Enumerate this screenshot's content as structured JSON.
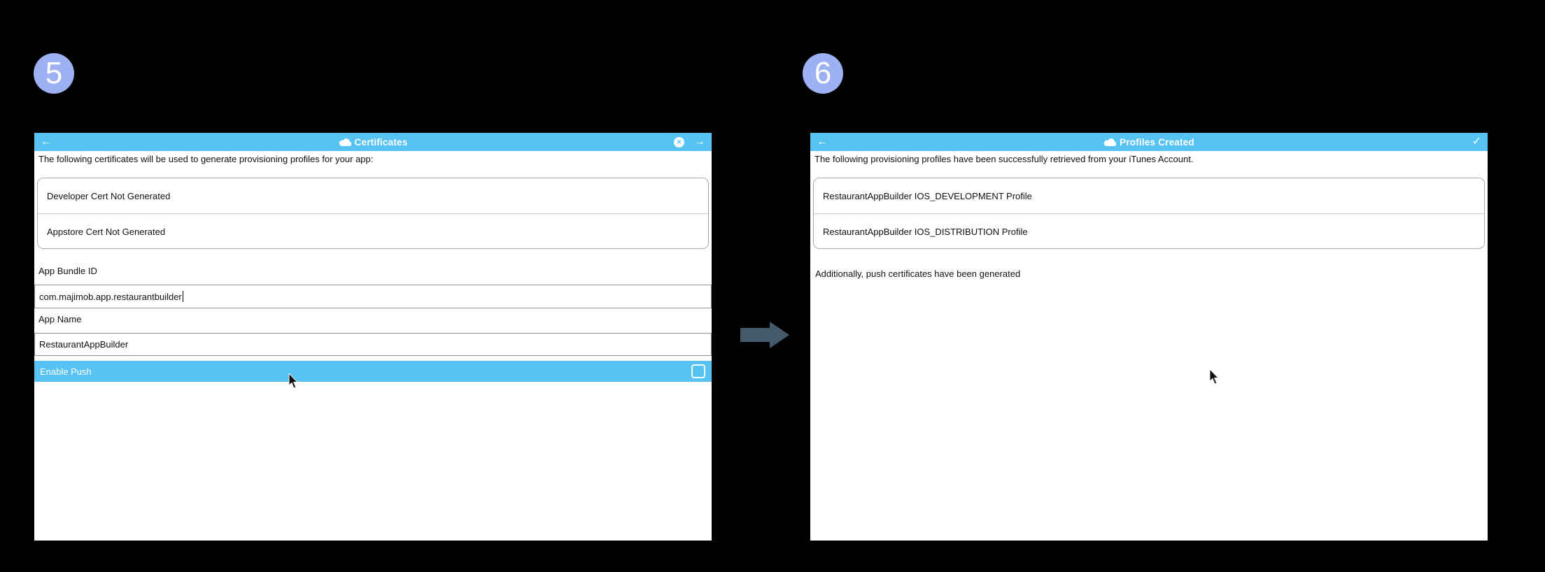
{
  "colors": {
    "background": "#000000",
    "titlebar": "#57c3f2",
    "highlight_row": "#57c3f2",
    "badge": "#9db1f2",
    "arrow": "#44596a",
    "panel": "#ffffff",
    "text": "#1a1a1a"
  },
  "icons": {
    "back_arrow": "←",
    "forward_arrow": "→",
    "close_x": "✕",
    "checkmark": "✓"
  },
  "step5": {
    "badge": "5",
    "window": {
      "title": "Certificates",
      "description": "The following certificates will be used to generate provisioning profiles for your app:",
      "certificates": [
        "Developer Cert Not Generated",
        "Appstore Cert Not Generated"
      ],
      "bundle_id": {
        "label": "App Bundle ID",
        "value": "com.majimob.app.restaurantbuilder"
      },
      "app_name": {
        "label": "App Name",
        "value": "RestaurantAppBuilder"
      },
      "enable_push": {
        "label": "Enable Push",
        "checked": false
      }
    }
  },
  "step6": {
    "badge": "6",
    "window": {
      "title": "Profiles Created",
      "description": "The following provisioning profiles have been successfully retrieved from your iTunes Account.",
      "profiles": [
        "RestaurantAppBuilder IOS_DEVELOPMENT Profile",
        "RestaurantAppBuilder IOS_DISTRIBUTION Profile"
      ],
      "note": "Additionally, push certificates have been generated"
    }
  }
}
